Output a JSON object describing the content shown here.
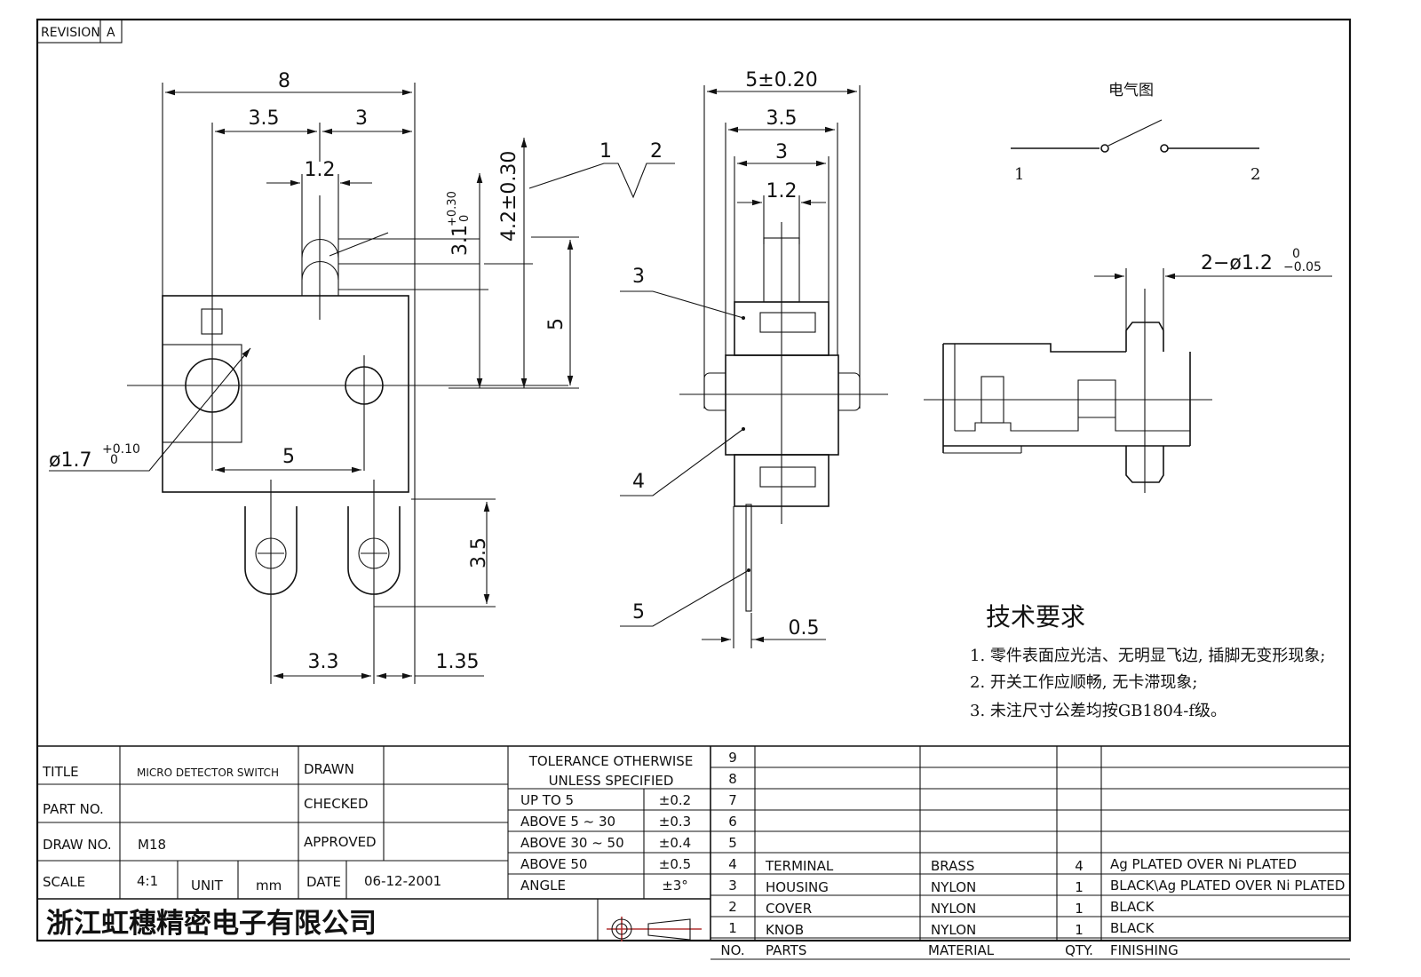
{
  "revision": {
    "label": "REVISION",
    "value": "A"
  },
  "front_view": {
    "dims": {
      "overall_width": "8",
      "left_offset": "3.5",
      "right_offset": "3",
      "knob_width": "1.2",
      "knob_travel_main": "3.1",
      "knob_travel_tol_upper": "+0.30",
      "knob_travel_tol_lower": "0",
      "operating_height": "4.2±0.30",
      "body_height": "5",
      "hole_pitch": "5",
      "hole_dia_main": "ø1.7",
      "hole_dia_tol_upper": "+0.10",
      "hole_dia_tol_lower": "0",
      "terminal_length": "3.5",
      "terminal_pitch": "3.3",
      "terminal_edge": "1.35"
    },
    "position_labels": [
      "1",
      "2"
    ]
  },
  "side_view": {
    "dims": {
      "overall": "5±0.20",
      "inner_1": "3.5",
      "inner_2": "3",
      "knob": "1.2",
      "terminal_thickness": "0.5"
    },
    "callouts": [
      "3",
      "4",
      "5"
    ]
  },
  "top_view": {
    "pin_dim_main": "2−ø1.2",
    "pin_tol_upper": "0",
    "pin_tol_lower": "−0.05"
  },
  "electrical": {
    "title": "电气图",
    "terminal_1": "1",
    "terminal_2": "2"
  },
  "tech_requirements": {
    "title": "技术要求",
    "items": [
      "1. 零件表面应光洁、无明显飞边, 插脚无变形现象;",
      "2. 开关工作应顺畅, 无卡滞现象;",
      "3. 未注尺寸公差均按GB1804-f级。"
    ]
  },
  "title_block": {
    "title_label": "TITLE",
    "title_value": "MICRO DETECTOR SWITCH",
    "part_no_label": "PART NO.",
    "part_no_value": "",
    "draw_no_label": "DRAW NO.",
    "draw_no_value": "M18",
    "scale_label": "SCALE",
    "scale_value": "4:1",
    "unit_label": "UNIT",
    "unit_value": "mm",
    "drawn_label": "DRAWN",
    "checked_label": "CHECKED",
    "approved_label": "APPROVED",
    "date_label": "DATE",
    "date_value": "06-12-2001",
    "company": "浙江虹穗精密电子有限公司"
  },
  "tolerance_table": {
    "header_line1": "TOLERANCE OTHERWISE",
    "header_line2": "UNLESS SPECIFIED",
    "rows": [
      {
        "range": "UP TO 5",
        "tol": "±0.2"
      },
      {
        "range": "ABOVE 5 ~ 30",
        "tol": "±0.3"
      },
      {
        "range": "ABOVE 30 ~ 50",
        "tol": "±0.4"
      },
      {
        "range": "ABOVE 50",
        "tol": "±0.5"
      },
      {
        "range": "ANGLE",
        "tol": "±3°"
      }
    ]
  },
  "projection_symbol": "third-angle-projection-icon",
  "bom": {
    "headers": {
      "no": "NO.",
      "part": "PARTS",
      "material": "MATERIAL",
      "qty": "QTY.",
      "finishing": "FINISHING"
    },
    "rows": [
      {
        "no": "9",
        "part": "",
        "material": "",
        "qty": "",
        "finishing": ""
      },
      {
        "no": "8",
        "part": "",
        "material": "",
        "qty": "",
        "finishing": ""
      },
      {
        "no": "7",
        "part": "",
        "material": "",
        "qty": "",
        "finishing": ""
      },
      {
        "no": "6",
        "part": "",
        "material": "",
        "qty": "",
        "finishing": ""
      },
      {
        "no": "5",
        "part": "",
        "material": "",
        "qty": "",
        "finishing": ""
      },
      {
        "no": "4",
        "part": "TERMINAL",
        "material": "BRASS",
        "qty": "4",
        "finishing": "Ag PLATED OVER Ni PLATED"
      },
      {
        "no": "3",
        "part": "HOUSING",
        "material": "NYLON",
        "qty": "1",
        "finishing": "BLACK\\Ag PLATED OVER Ni PLATED"
      },
      {
        "no": "2",
        "part": "COVER",
        "material": "NYLON",
        "qty": "1",
        "finishing": "BLACK"
      },
      {
        "no": "1",
        "part": "KNOB",
        "material": "NYLON",
        "qty": "1",
        "finishing": "BLACK"
      }
    ]
  },
  "colors": {
    "line": "#111111",
    "projection_red": "#b03030"
  }
}
